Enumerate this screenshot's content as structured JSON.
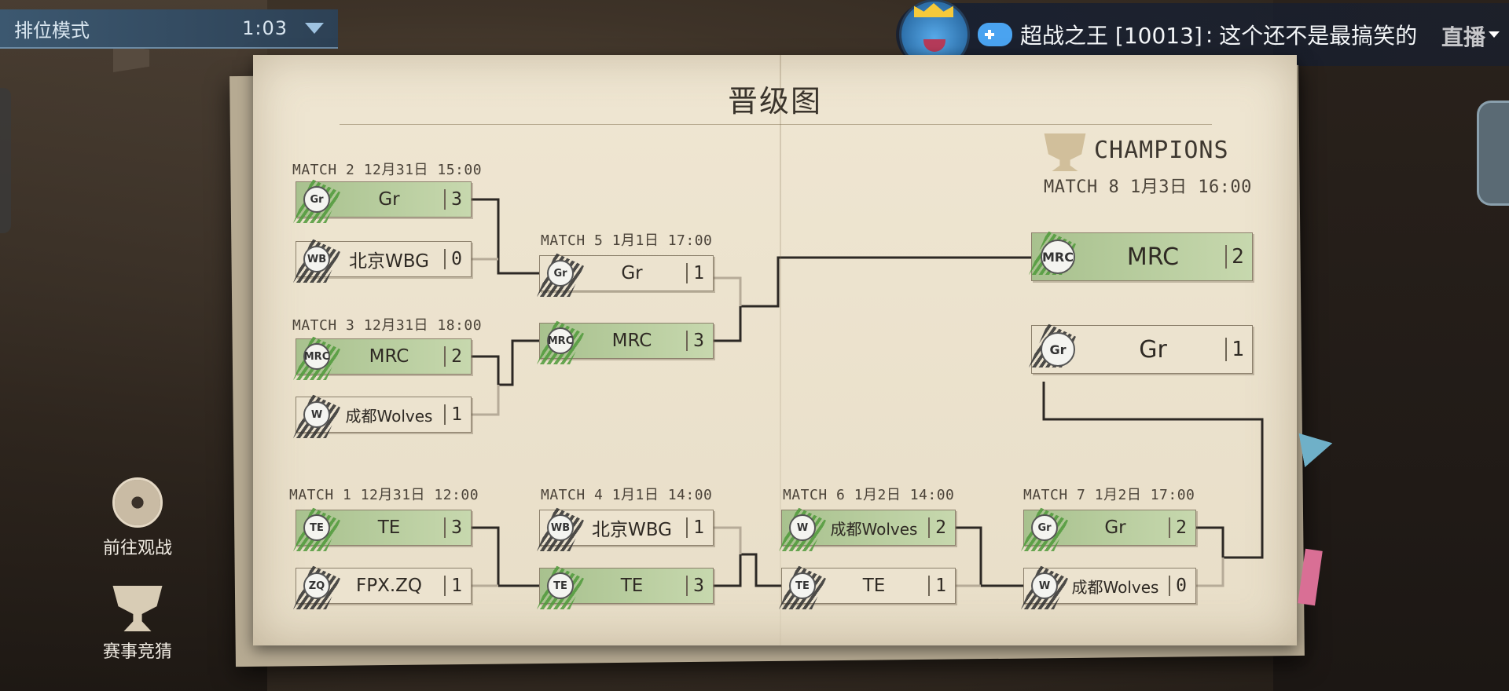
{
  "mode_bar": {
    "label": "排位模式",
    "time": "1:03"
  },
  "chat": {
    "user": "超战之王 [10013]",
    "separator": ":",
    "message": "这个还不是最搞笑的",
    "live_logo": "直播"
  },
  "bracket": {
    "title": "晋级图",
    "champions_label": "CHAMPIONS",
    "matches": {
      "m1": {
        "label": "MATCH 1 12月31日 12:00",
        "a": {
          "name": "TE",
          "score": "3",
          "logo": "TE"
        },
        "b": {
          "name": "FPX.ZQ",
          "score": "1",
          "logo": "ZQ"
        }
      },
      "m2": {
        "label": "MATCH 2 12月31日 15:00",
        "a": {
          "name": "Gr",
          "score": "3",
          "logo": "Gr"
        },
        "b": {
          "name": "北京WBG",
          "score": "0",
          "logo": "WB"
        }
      },
      "m3": {
        "label": "MATCH 3 12月31日 18:00",
        "a": {
          "name": "MRC",
          "score": "2",
          "logo": "MRC"
        },
        "b": {
          "name": "成都Wolves",
          "score": "1",
          "logo": "W"
        }
      },
      "m4": {
        "label": "MATCH 4 1月1日 14:00",
        "a": {
          "name": "北京WBG",
          "score": "1",
          "logo": "WB"
        },
        "b": {
          "name": "TE",
          "score": "3",
          "logo": "TE"
        }
      },
      "m5": {
        "label": "MATCH 5 1月1日 17:00",
        "a": {
          "name": "Gr",
          "score": "1",
          "logo": "Gr"
        },
        "b": {
          "name": "MRC",
          "score": "3",
          "logo": "MRC"
        }
      },
      "m6": {
        "label": "MATCH 6 1月2日 14:00",
        "a": {
          "name": "成都Wolves",
          "score": "2",
          "logo": "W"
        },
        "b": {
          "name": "TE",
          "score": "1",
          "logo": "TE"
        }
      },
      "m7": {
        "label": "MATCH 7 1月2日 17:00",
        "a": {
          "name": "Gr",
          "score": "2",
          "logo": "Gr"
        },
        "b": {
          "name": "成都Wolves",
          "score": "0",
          "logo": "W"
        }
      },
      "m8": {
        "label": "MATCH 8 1月3日 16:00",
        "a": {
          "name": "MRC",
          "score": "2",
          "logo": "MRC"
        },
        "b": {
          "name": "Gr",
          "score": "1",
          "logo": "Gr"
        }
      }
    }
  },
  "actions": {
    "watch": "前往观战",
    "predict": "赛事竞猜"
  },
  "colors": {
    "winner_green": "#a8c18e",
    "paper": "#efe6d2",
    "mode_bar": "#3c5870"
  }
}
